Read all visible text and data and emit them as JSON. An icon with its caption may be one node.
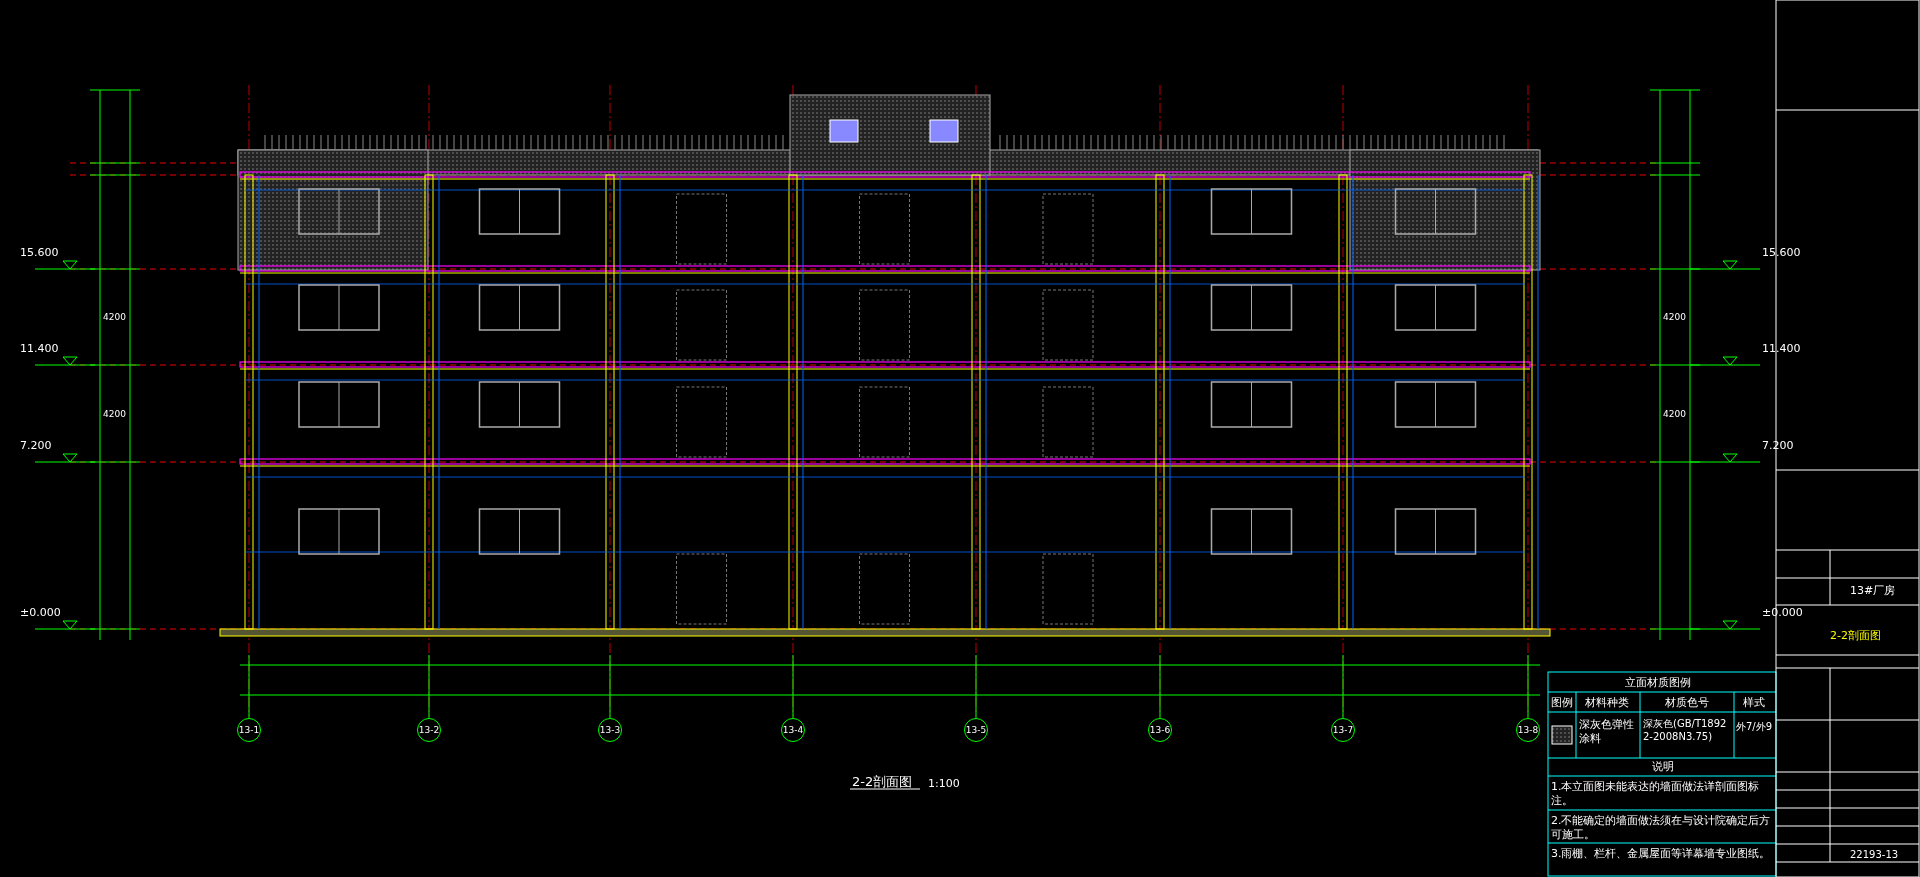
{
  "diagram": {
    "title": "2-2剖面图",
    "nodes": [
      {
        "text": [
          "13-1"
        ]
      },
      {
        "text": [
          "13-2"
        ]
      },
      {
        "text": [
          "13-3"
        ]
      },
      {
        "text": [
          "13-4"
        ]
      },
      {
        "text": [
          "13-5"
        ]
      },
      {
        "text": [
          "13-6"
        ]
      },
      {
        "text": [
          "13-7"
        ]
      },
      {
        "text": [
          "13-8"
        ]
      }
    ],
    "labels": [
      "1:100",
      "±0.000",
      "7.200",
      "11.400",
      "15.600",
      "4200",
      "4200",
      "±0.000",
      "7.200",
      "11.400",
      "15.600",
      "4200",
      "4200",
      "立面材质图例",
      "图例",
      "材料种类",
      "材质色号",
      "样式",
      "深灰色弹性涂料",
      "深灰色(GB/T18922-2008N3.75)",
      "外7/外9",
      "说明",
      "1.本立面图未能表达的墙面做法详剖面图标注。",
      "2.不能确定的墙面做法须在与设计院确定后方可施工。",
      "3.雨棚、栏杆、金属屋面等详幕墙专业图纸。",
      "13#厂房",
      "2-2剖面图",
      "22193-13"
    ]
  }
}
